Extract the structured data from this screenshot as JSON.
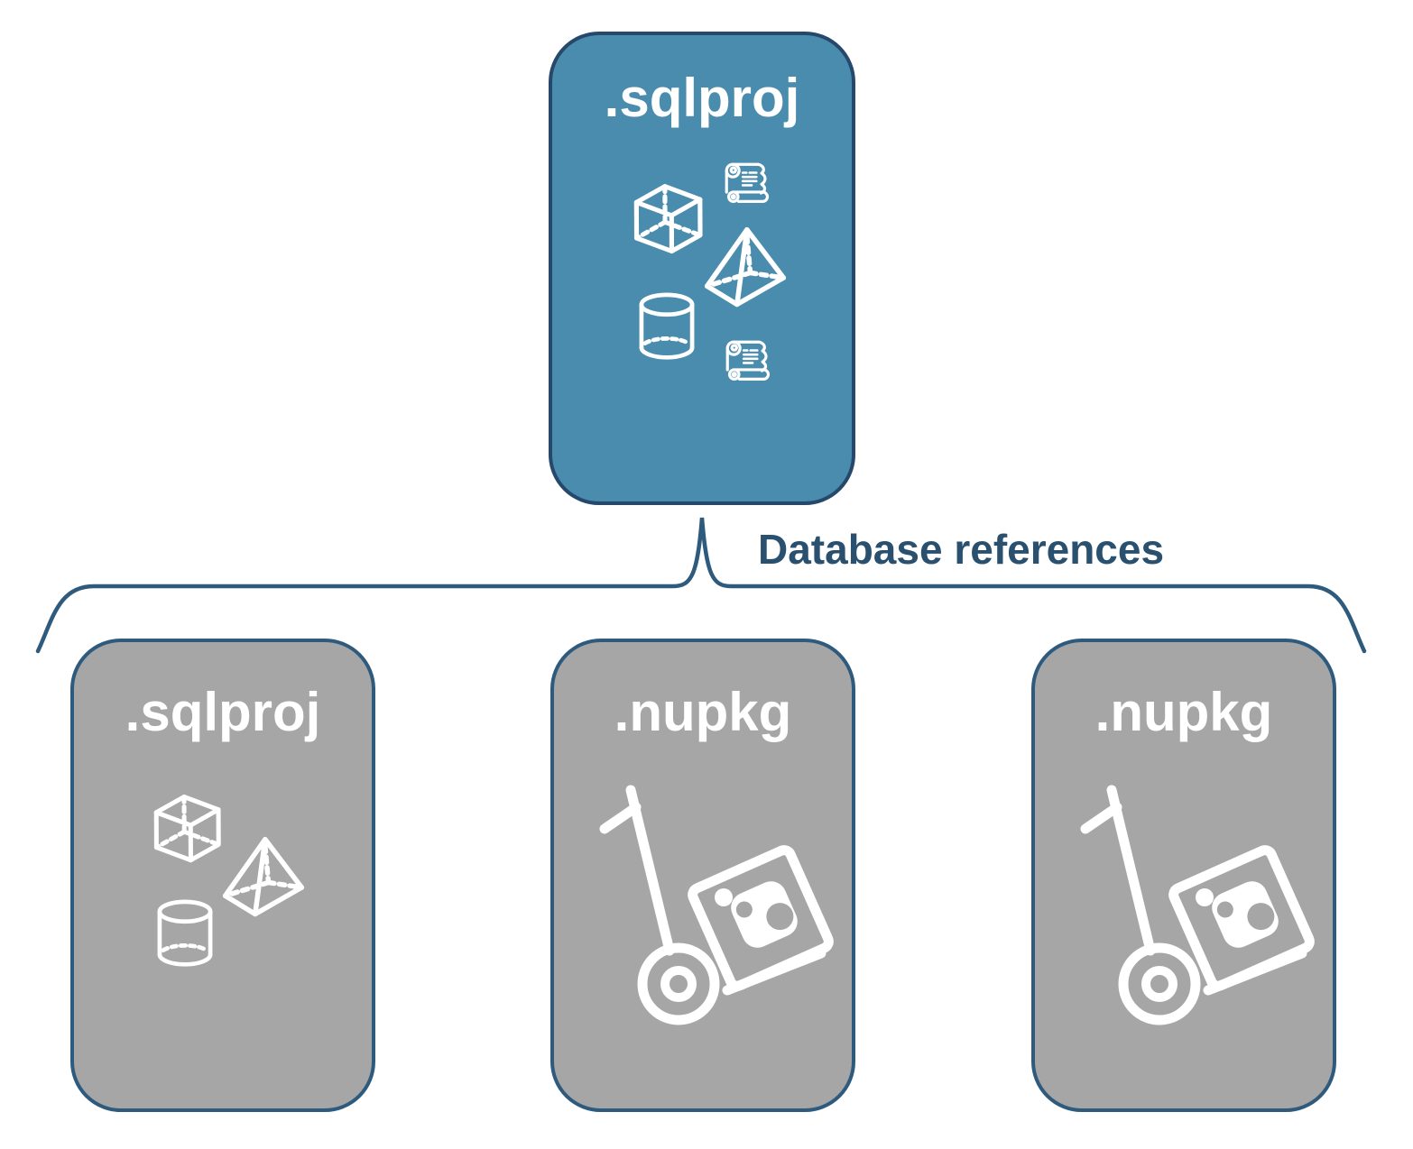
{
  "diagram": {
    "connector": {
      "label": "Database references"
    },
    "nodes": {
      "root": {
        "label": ".sqlproj",
        "icons": [
          "script-scroll",
          "cube",
          "pyramid",
          "database-cylinder",
          "script-scroll"
        ]
      },
      "children": [
        {
          "label": ".sqlproj",
          "icons": [
            "cube",
            "pyramid",
            "database-cylinder"
          ]
        },
        {
          "label": ".nupkg",
          "icons": [
            "nuget-dolly"
          ]
        },
        {
          "label": ".nupkg",
          "icons": [
            "nuget-dolly"
          ]
        }
      ]
    },
    "colors": {
      "root_fill": "#4A8CAD",
      "root_border": "#26486A",
      "child_fill": "#A6A6A6",
      "child_border": "#2E5B7D",
      "connector_stroke": "#2E5B7D",
      "connector_label_text": "#2A506F",
      "icon_stroke": "#FFFFFF"
    }
  }
}
